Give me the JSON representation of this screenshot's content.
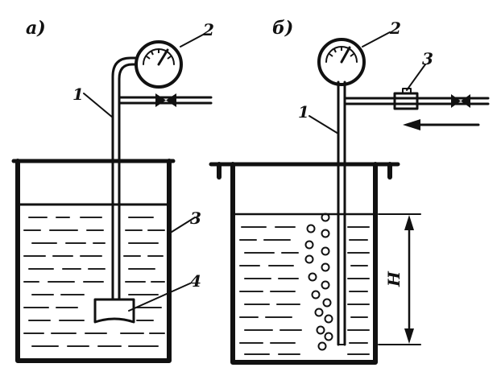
{
  "diagram": {
    "panel_a": {
      "label": "а)",
      "labels": {
        "tube": "1",
        "gauge": "2",
        "vessel": "3",
        "bell": "4"
      }
    },
    "panel_b": {
      "label": "б)",
      "labels": {
        "tube": "1",
        "gauge": "2",
        "flow_meter": "3",
        "height": "H"
      }
    },
    "colors": {
      "ink": "#111111",
      "paper": "#ffffff"
    }
  }
}
